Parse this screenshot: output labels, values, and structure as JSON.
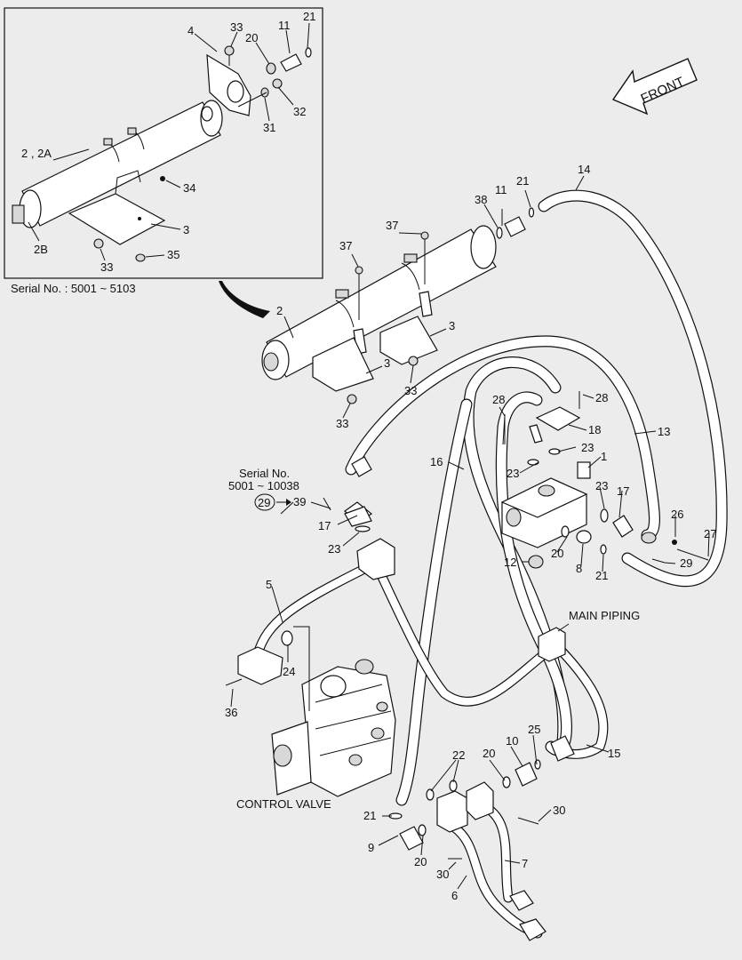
{
  "front_arrow": {
    "label": "FRONT"
  },
  "inset": {
    "serial_range": "Serial No. : 5001 ~ 5103"
  },
  "serial_note": {
    "line1": "Serial No.",
    "line2": "5001 ~ 10038",
    "circled_part": "29",
    "target_part": "39"
  },
  "captions": {
    "main_piping": "MAIN PIPING",
    "control_valve": "CONTROL VALVE"
  },
  "callouts": [
    "4",
    "33",
    "20",
    "11",
    "21",
    "2 , 2A",
    "32",
    "31",
    "34",
    "3",
    "2B",
    "33",
    "35",
    "14",
    "21",
    "11",
    "38",
    "37",
    "37",
    "2",
    "3",
    "3",
    "33",
    "33",
    "28",
    "28",
    "18",
    "13",
    "23",
    "16",
    "1",
    "23",
    "23",
    "17",
    "26",
    "27",
    "39",
    "17",
    "23",
    "20",
    "8",
    "12",
    "29",
    "21",
    "5",
    "24",
    "36",
    "25",
    "10",
    "20",
    "22",
    "15",
    "21",
    "30",
    "9",
    "20",
    "7",
    "30",
    "6"
  ]
}
